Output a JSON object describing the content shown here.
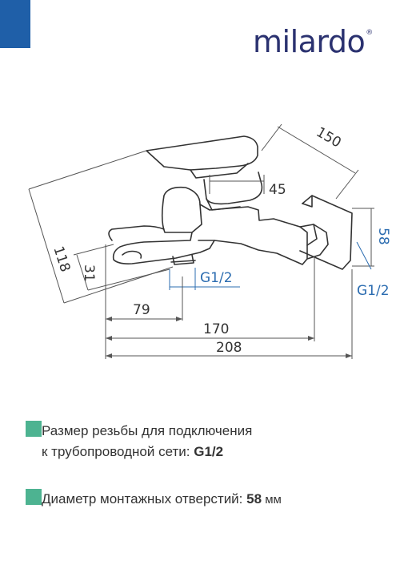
{
  "brand": {
    "name": "milardo",
    "reg": "®"
  },
  "colors": {
    "accent_blue": "#1f5fa8",
    "brand_navy": "#2b3270",
    "dim_blue": "#2b6cb0",
    "bullet_green": "#4db391"
  },
  "dimensions": {
    "d150": "150",
    "d45": "45",
    "d118": "118",
    "d31": "31",
    "g12_left": "G1/2",
    "d58": "58",
    "g12_right": "G1/2",
    "d79": "79",
    "d170": "170",
    "d208": "208"
  },
  "specs": [
    {
      "line1": "Размер резьбы для подключения",
      "line2_prefix": "к трубопроводной сети: ",
      "line2_value": "G1/2"
    },
    {
      "line1_prefix": "Диаметр монтажных отверстий: ",
      "line1_value": "58",
      "line1_unit": " мм"
    }
  ]
}
